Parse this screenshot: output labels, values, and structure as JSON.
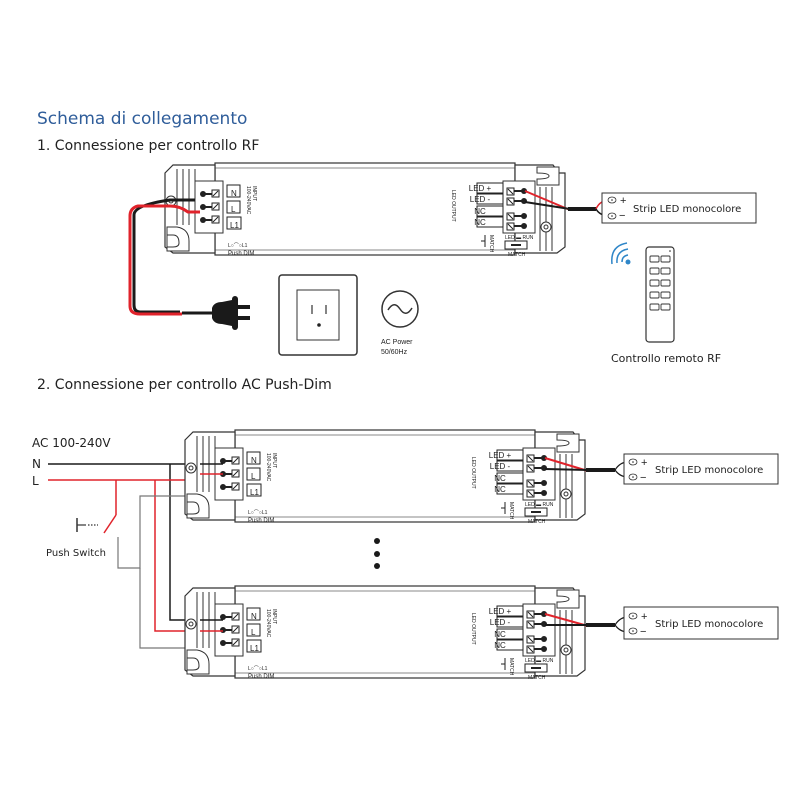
{
  "title": "Schema di collegamento",
  "section1": {
    "heading": "1. Connessione per controllo RF",
    "controller": {
      "input_terminals": [
        "N",
        "L",
        "L1"
      ],
      "input_label": "INPUT",
      "input_voltage": "100-240VAC",
      "push_dim_symbol": "L○⌒○L1",
      "push_dim_label": "Push DIM",
      "output_label": "LED OUTPUT",
      "output_terminals": [
        "LED +",
        "LED -",
        "NC",
        "NC"
      ],
      "match_label": "MATCH",
      "led_run_label": "LED ▬ RUN",
      "match_button_label": "MATCH"
    },
    "strip": {
      "plus": "+",
      "minus": "−",
      "label": "Strip LED monocolore"
    },
    "ac_power": {
      "line1": "AC Power",
      "line2": "50/60Hz"
    },
    "remote_label": "Controllo remoto RF",
    "icons": [
      "plug-icon",
      "wall-outlet-icon",
      "ac-sine-icon",
      "wireless-signal-icon",
      "remote-control-icon"
    ]
  },
  "section2": {
    "heading": "2. Connessione per controllo AC Push-Dim",
    "ac_label": "AC 100-240V",
    "neutral_label": "N",
    "line_label": "L",
    "push_switch_label": "Push Switch",
    "controllers": [
      {
        "input_terminals": [
          "N",
          "L",
          "L1"
        ],
        "input_label": "INPUT",
        "input_voltage": "100-240VAC",
        "push_dim_symbol": "L○⌒○L1",
        "push_dim_label": "Push DIM",
        "output_label": "LED OUTPUT",
        "output_terminals": [
          "LED +",
          "LED -",
          "NC",
          "NC"
        ],
        "match_label": "MATCH",
        "led_run_label": "LED ▬ RUN",
        "match_button_label": "MATCH"
      },
      {
        "input_terminals": [
          "N",
          "L",
          "L1"
        ],
        "input_label": "INPUT",
        "input_voltage": "100-240VAC",
        "push_dim_symbol": "L○⌒○L1",
        "push_dim_label": "Push DIM",
        "output_label": "LED OUTPUT",
        "output_terminals": [
          "LED +",
          "LED -",
          "NC",
          "NC"
        ],
        "match_label": "MATCH",
        "led_run_label": "LED ▬ RUN",
        "match_button_label": "MATCH"
      }
    ],
    "strips": [
      {
        "plus": "+",
        "minus": "−",
        "label": "Strip LED monocolore"
      },
      {
        "plus": "+",
        "minus": "−",
        "label": "Strip LED monocolore"
      }
    ]
  },
  "colors": {
    "title": "#2f5d9a",
    "live_wire": "#e0232b",
    "neutral_wire": "#1a1a1a",
    "switched_wire": "#777777",
    "signal": "#2f86c8"
  }
}
